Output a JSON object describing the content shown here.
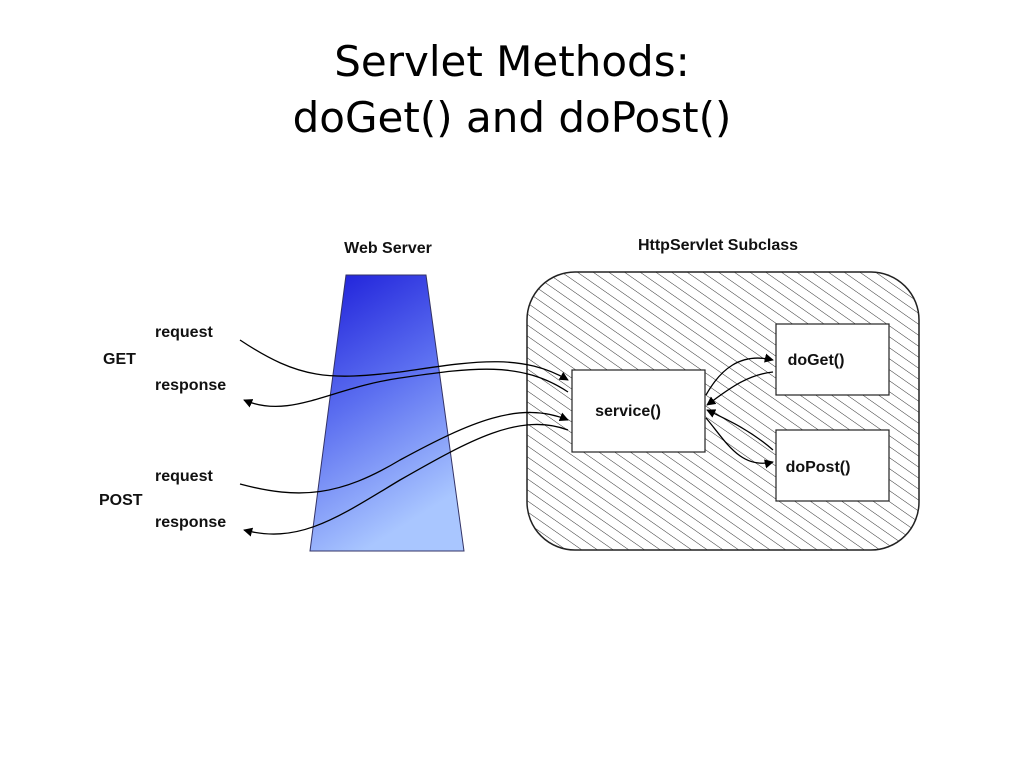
{
  "slide": {
    "title_line1": "Servlet Methods:",
    "title_line2": "doGet() and doPost()"
  },
  "diagram": {
    "web_server_label": "Web Server",
    "subclass_label": "HttpServlet Subclass",
    "get_label": "GET",
    "post_label": "POST",
    "get_request": "request",
    "get_response": "response",
    "post_request": "request",
    "post_response": "response",
    "service_label": "service()",
    "doget_label": "doGet()",
    "dopost_label": "doPost()",
    "colors": {
      "server_top": "#1a1ad8",
      "server_bottom": "#a9c6ff",
      "hatch": "#333333"
    }
  }
}
